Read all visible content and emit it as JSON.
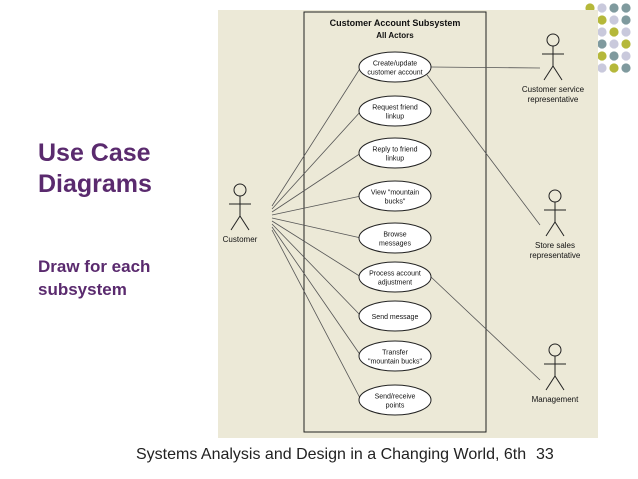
{
  "slide": {
    "title_line1": "Use Case",
    "title_line2": "Diagrams",
    "subtitle_line1": "Draw for each",
    "subtitle_line2": "subsystem",
    "footer_course": "Systems Analysis and Design in a Changing World, 6th",
    "page_number": "33",
    "title_color": "#5a2a6e"
  },
  "diagram": {
    "system_title": "Customer Account Subsystem",
    "system_subtitle": "All Actors",
    "background": "#ece9d7",
    "use_cases": [
      [
        "Create/update",
        "customer account"
      ],
      [
        "Request friend",
        "linkup"
      ],
      [
        "Reply to friend",
        "linkup"
      ],
      [
        "View \"mountain",
        "bucks\""
      ],
      [
        "Browse",
        "messages"
      ],
      [
        "Process account",
        "adjustment"
      ],
      [
        "Send message"
      ],
      [
        "Transfer",
        "\"mountain bucks\""
      ],
      [
        "Send/receive",
        "points"
      ]
    ],
    "actors": {
      "customer": [
        "Customer"
      ],
      "customer_service": [
        "Customer service",
        "representative"
      ],
      "store_sales": [
        "Store sales",
        "representative"
      ],
      "management": [
        "Management"
      ]
    }
  },
  "decor": {
    "dot_colors": [
      "#7f9a9e",
      "#b5b83a",
      "#c9c9dc"
    ]
  }
}
